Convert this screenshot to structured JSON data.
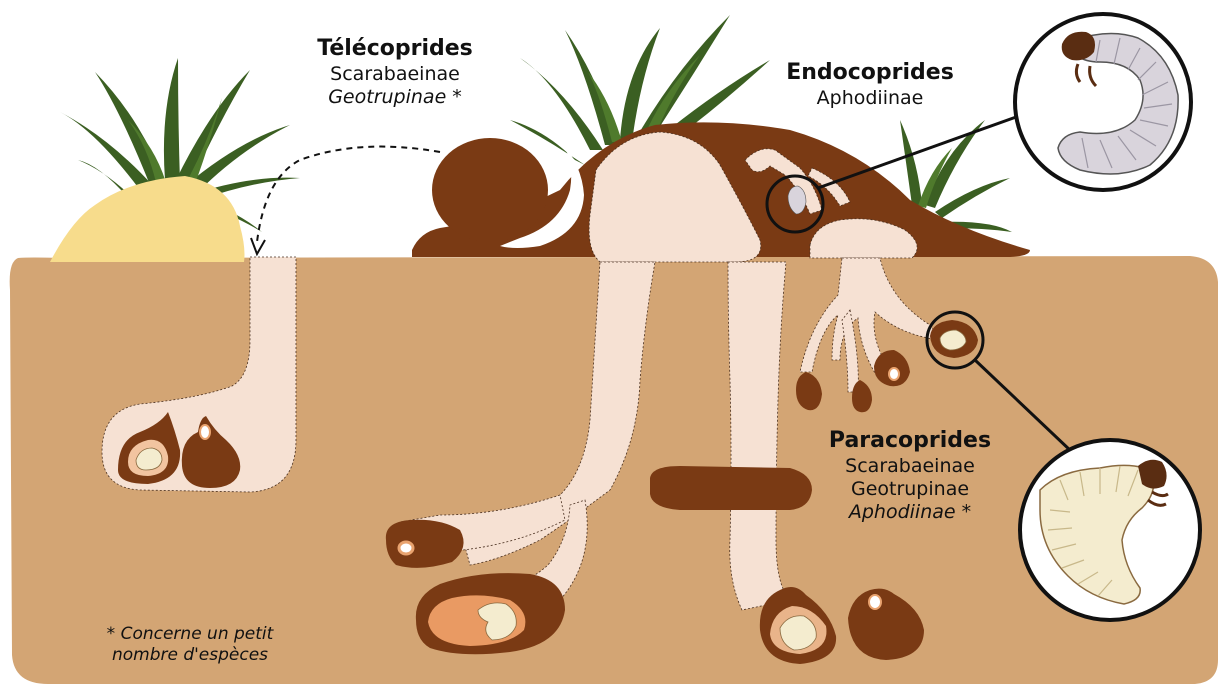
{
  "groups": {
    "telecoprides": {
      "title": "Télécoprides",
      "lines": [
        "Scarabaeinae",
        "Geotrupinae *"
      ]
    },
    "endocoprides": {
      "title": "Endocoprides",
      "lines": [
        "Aphodiinae"
      ]
    },
    "paracoprides": {
      "title": "Paracoprides",
      "lines": [
        "Scarabaeinae",
        "Geotrupinae",
        "Aphodiinae *"
      ]
    }
  },
  "footnote": {
    "line1": "* Concerne un petit",
    "line2": "nombre d'espèces"
  },
  "colors": {
    "soil": "#d3a574",
    "dung": "#7a3a14",
    "tunnel": "#f6e1d3",
    "sand": "#f7dc8c",
    "grass": "#3b5f22",
    "larva": "#f4eccf",
    "grub": "#d9d4dc",
    "brood_core": "#e99a63"
  }
}
